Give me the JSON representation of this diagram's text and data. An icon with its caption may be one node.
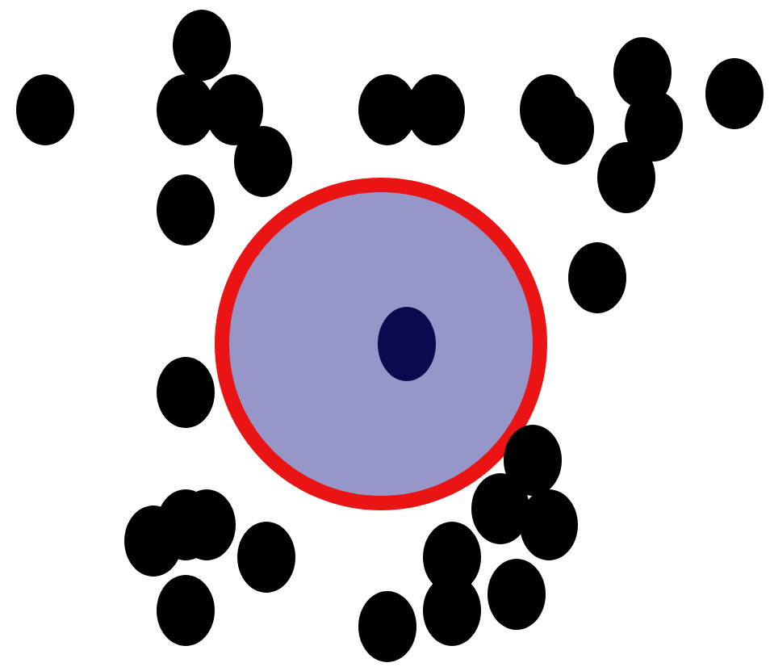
{
  "diagram": {
    "nodes": [
      {
        "text": [],
        "shape": "circle"
      },
      {
        "text": [],
        "shape": "circle",
        "in": 0
      },
      {
        "text": [],
        "shape": "circle"
      },
      {
        "text": [],
        "shape": "circle"
      },
      {
        "text": [],
        "shape": "circle"
      },
      {
        "text": [],
        "shape": "circle"
      },
      {
        "text": [],
        "shape": "circle"
      },
      {
        "text": [],
        "shape": "circle"
      },
      {
        "text": [],
        "shape": "circle"
      },
      {
        "text": [],
        "shape": "circle"
      },
      {
        "text": [],
        "shape": "circle"
      },
      {
        "text": [],
        "shape": "circle"
      },
      {
        "text": [],
        "shape": "circle"
      },
      {
        "text": [],
        "shape": "circle"
      },
      {
        "text": [],
        "shape": "circle"
      },
      {
        "text": [],
        "shape": "circle"
      },
      {
        "text": [],
        "shape": "circle"
      },
      {
        "text": [],
        "shape": "circle"
      },
      {
        "text": [],
        "shape": "circle"
      },
      {
        "text": [],
        "shape": "circle"
      },
      {
        "text": [],
        "shape": "circle"
      },
      {
        "text": [],
        "shape": "circle"
      },
      {
        "text": [],
        "shape": "circle"
      },
      {
        "text": [],
        "shape": "circle"
      },
      {
        "text": [],
        "shape": "circle"
      },
      {
        "text": [],
        "shape": "circle"
      },
      {
        "text": [],
        "shape": "circle"
      },
      {
        "text": [],
        "shape": "circle"
      },
      {
        "text": [],
        "shape": "circle"
      },
      {
        "text": [],
        "shape": "circle"
      }
    ]
  }
}
